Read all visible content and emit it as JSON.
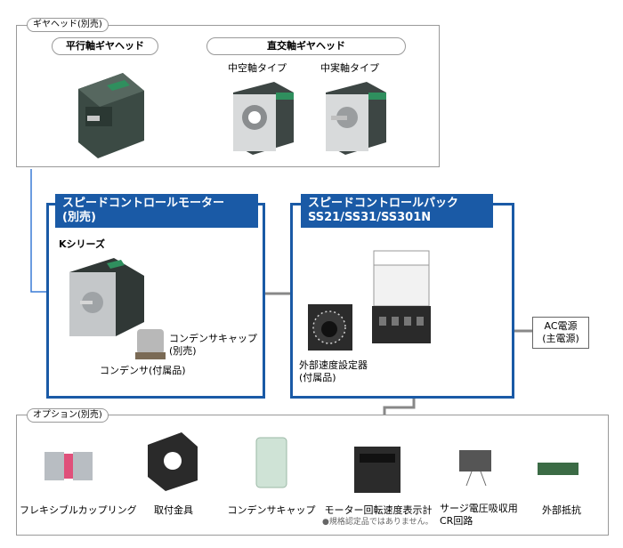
{
  "gearhead": {
    "tag": "ギヤヘッド(別売)",
    "parallel_label": "平行軸ギヤヘッド",
    "rightangle_label": "直交軸ギヤヘッド",
    "hollow_label": "中空軸タイプ",
    "solid_label": "中実軸タイプ"
  },
  "motor_box": {
    "heading_line1": "スピードコントロールモーター",
    "heading_line2": "(別売)",
    "series_label": "Kシリーズ",
    "capcap_line1": "コンデンサキャップ",
    "capcap_line2": "(別売)",
    "capacitor_label": "コンデンサ(付属品)"
  },
  "pack_box": {
    "heading_line1": "スピードコントロールパック",
    "heading_line2": "SS21/SS31/SS301N",
    "setter_line1": "外部速度設定器",
    "setter_line2": "(付属品)"
  },
  "ac_power": {
    "line1": "AC電源",
    "line2": "(主電源)"
  },
  "options": {
    "tag": "オプション(別売)",
    "items": [
      {
        "label": "フレキシブルカップリング"
      },
      {
        "label": "取付金具"
      },
      {
        "label": "コンデンサキャップ"
      },
      {
        "label": "モーター回転速度表示計"
      },
      {
        "label": "サージ電圧吸収用"
      },
      {
        "label": "CR回路"
      },
      {
        "label": "外部抵抗"
      }
    ],
    "note": "●規格認定品ではありません。"
  },
  "colors": {
    "accent": "#1a5aa6",
    "line": "#888888"
  }
}
